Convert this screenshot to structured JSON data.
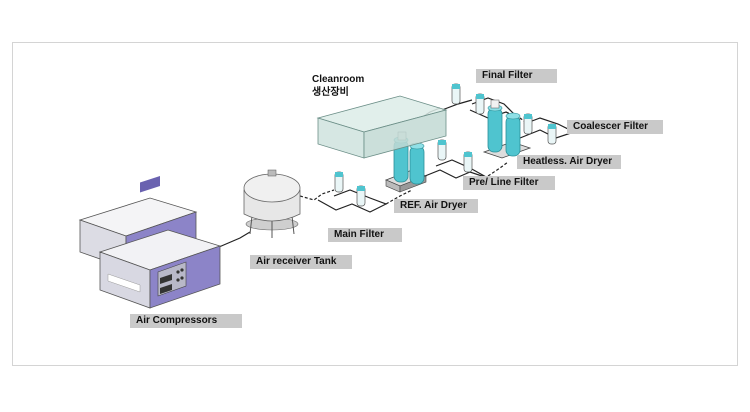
{
  "labels": {
    "cleanroom": "Cleanroom",
    "cleanroom_sub": "생산장비",
    "final_filter": "Final Filter",
    "coalescer_filter": "Coalescer Filter",
    "heatless_air_dryer": "Heatless. Air Dryer",
    "pre_line_filter": "Pre/ Line Filter",
    "ref_air_dryer": "REF. Air Dryer",
    "main_filter": "Main  Filter",
    "air_receiver_tank": "Air receiver Tank",
    "air_compressors": "Air Compressors"
  },
  "colors": {
    "label_bg": "#c9c9c9",
    "compressor_body": "#e9e9ef",
    "compressor_accent": "#8c84c8",
    "filter_cyan": "#4fc4cf",
    "cleanroom_glass": "#cfe3de",
    "pipe": "#222222"
  }
}
